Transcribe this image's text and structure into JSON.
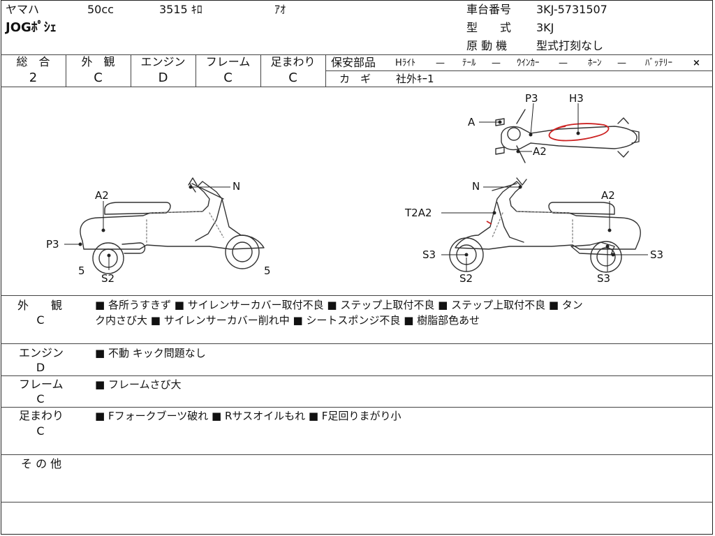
{
  "header": {
    "maker": "ヤマハ",
    "displacement": "50cc",
    "mileage": "3515 ｷﾛ",
    "color": "ｱｵ",
    "model_name": "JOGﾎﾟｼｪ",
    "frame_no_label": "車台番号",
    "frame_no": "3KJ-5731507",
    "type_label": "型　　式",
    "type_value": "3KJ",
    "engine_label": "原 動 機",
    "engine_value": "型式打刻なし"
  },
  "ratings": [
    {
      "label": "総　合",
      "value": "2"
    },
    {
      "label": "外　観",
      "value": "C"
    },
    {
      "label": "エンジン",
      "value": "D"
    },
    {
      "label": "フレーム",
      "value": "C"
    },
    {
      "label": "足まわり",
      "value": "C"
    }
  ],
  "safety": {
    "label": "保安部品",
    "items": [
      {
        "name": "Hﾗｲﾄ",
        "mark": "—"
      },
      {
        "name": "ﾃｰﾙ",
        "mark": "—"
      },
      {
        "name": "ｳｲﾝｶｰ",
        "mark": "—"
      },
      {
        "name": "ﾎｰﾝ",
        "mark": "—"
      },
      {
        "name": "ﾊﾞｯﾃﾘｰ",
        "mark": "×"
      }
    ],
    "key_label": "カ　ギ",
    "key_value": "社外ｷｰ1"
  },
  "diagram_labels": {
    "top": [
      "P3",
      "H3",
      "A",
      "A2"
    ],
    "left": [
      "A2",
      "N",
      "P3",
      "5",
      "S2",
      "5"
    ],
    "right": [
      "N",
      "A2",
      "T2A2",
      "S3",
      "S3",
      "S2",
      "S3"
    ]
  },
  "notes": [
    {
      "category": "外　　観",
      "grade": "C",
      "lines": [
        "■ 各所うすきず ■ サイレンサーカバー取付不良 ■ ステップ上取付不良 ■ ステップ上取付不良 ■ タン",
        "ク内さび大 ■ サイレンサーカバー削れ中 ■ シートスポンジ不良 ■ 樹脂部色あせ"
      ]
    },
    {
      "category": "エンジン",
      "grade": "D",
      "lines": [
        "■ 不動 キック問題なし"
      ]
    },
    {
      "category": "フレーム",
      "grade": "C",
      "lines": [
        "■ フレームさび大"
      ]
    },
    {
      "category": "足まわり",
      "grade": "C",
      "lines": [
        "■ Fフォークブーツ破れ ■ Rサスオイルもれ ■ F足回りまがり小"
      ]
    },
    {
      "category": "そ の 他",
      "grade": "",
      "lines": []
    }
  ],
  "colors": {
    "ink": "#111111",
    "line": "#444444",
    "marker": "#cc2222",
    "dots": "#888888"
  }
}
